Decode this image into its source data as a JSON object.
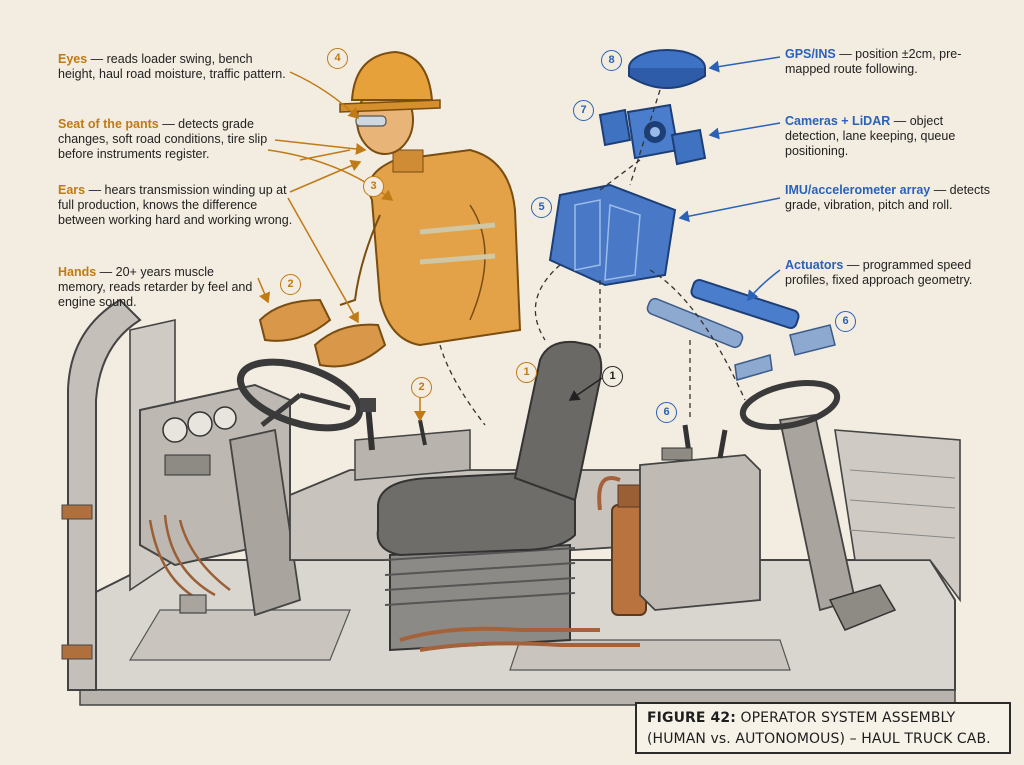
{
  "callouts": {
    "eyes": {
      "lead": "Eyes",
      "text": " — reads loader swing, bench height, haul road moisture, traffic pattern."
    },
    "seat": {
      "lead": "Seat of the pants",
      "text": " — detects grade changes, soft road conditions, tire slip before instruments register."
    },
    "ears": {
      "lead": "Ears",
      "text": " — hears transmission winding up at full production, knows the difference between working hard and working wrong."
    },
    "hands": {
      "lead": "Hands",
      "text": " — 20+ years muscle memory, reads retarder by feel and engine sound."
    },
    "gps": {
      "lead": "GPS/INS",
      "text": " — position ±2cm, pre-mapped route following."
    },
    "cameras": {
      "lead": "Cameras + LiDAR",
      "text": " — object detection, lane keeping, queue positioning."
    },
    "imu": {
      "lead": "IMU/accelerometer array",
      "text": " — detects grade, vibration, pitch and roll."
    },
    "actuators": {
      "lead": "Actuators",
      "text": " — programmed speed profiles, fixed approach geometry."
    }
  },
  "numbers": {
    "n1": "1",
    "n2a": "2",
    "n2b": "2",
    "n3": "3",
    "n4": "4",
    "n5": "5",
    "n6a": "6",
    "n6b": "6",
    "n7": "7",
    "n8": "8"
  },
  "caption": {
    "figure": "FIGURE 42:",
    "line1": " OPERATOR SYSTEM ASSEMBLY",
    "line2": "(HUMAN vs. AUTONOMOUS) – HAUL TRUCK CAB."
  },
  "colors": {
    "human_accent": "#c07a16",
    "auto_accent": "#2a62b8",
    "paper": "#f3ece0",
    "ink": "#222222"
  }
}
